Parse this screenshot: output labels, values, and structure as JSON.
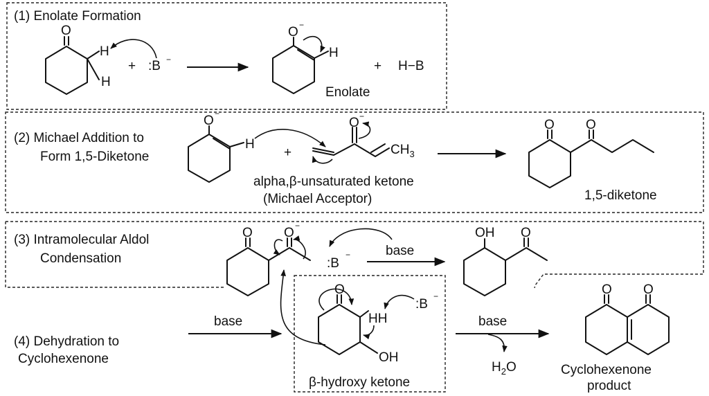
{
  "steps": {
    "s1": {
      "line1": "(1) Enolate Formation"
    },
    "s2": {
      "line1": "(2) Michael Addition to",
      "line2": "Form 1,5-Diketone"
    },
    "s3": {
      "line1": "(3) Intramolecular Aldol",
      "line2": "Condensation"
    },
    "s4": {
      "line1": "(4) Dehydration to",
      "line2": "Cyclohexenone"
    }
  },
  "atoms": {
    "O": "O",
    "O_minus": "O",
    "minus": "−",
    "H": "H",
    "HH": "HH",
    "OH": "OH",
    "base_anion": ":B",
    "plus": "+",
    "hb": "H−B",
    "ch3": "CH",
    "three": "3",
    "h2o_h": "H",
    "h2o_2": "2",
    "h2o_o": "O"
  },
  "labels": {
    "enolate": "Enolate",
    "michael_acceptor_1": "alpha,β-unsaturated ketone",
    "michael_acceptor_2": "(Michael Acceptor)",
    "diketone": "1,5-diketone",
    "base": "base",
    "beta_hydroxy": "β-hydroxy ketone",
    "product_1": "Cyclohexenone",
    "product_2": "product"
  }
}
